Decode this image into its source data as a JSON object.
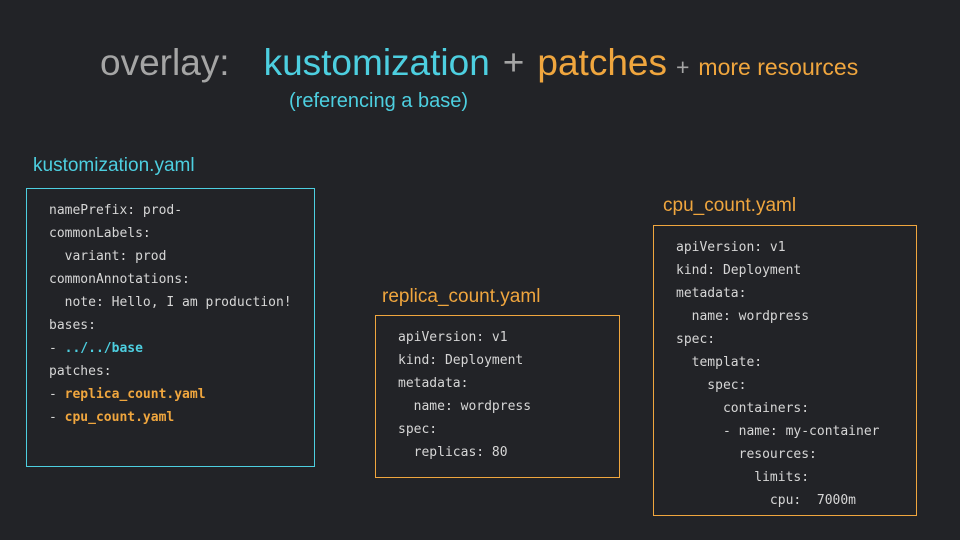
{
  "title": {
    "overlay": "overlay:",
    "kustomization": "kustomization",
    "plus1": "+",
    "patches": "patches",
    "plus2": "+",
    "more_resources": "more resources",
    "subtitle": "(referencing a base)"
  },
  "colors": {
    "background": "#222327",
    "cyan": "#4dcfe0",
    "orange": "#f0a63e",
    "gray": "#a5a5a5",
    "code_text": "#d6d6d6"
  },
  "boxes": [
    {
      "label": "kustomization.yaml",
      "accent": "cyan",
      "lines": [
        [
          {
            "t": "namePrefix: prod-",
            "c": "plain"
          }
        ],
        [
          {
            "t": "commonLabels:",
            "c": "plain"
          }
        ],
        [
          {
            "t": "  variant: prod",
            "c": "plain"
          }
        ],
        [
          {
            "t": "commonAnnotations:",
            "c": "plain"
          }
        ],
        [
          {
            "t": "  note: Hello, I am production!",
            "c": "plain"
          }
        ],
        [
          {
            "t": "bases:",
            "c": "plain"
          }
        ],
        [
          {
            "t": "- ",
            "c": "plain"
          },
          {
            "t": "../../base",
            "c": "cyan"
          }
        ],
        [
          {
            "t": "patches:",
            "c": "plain"
          }
        ],
        [
          {
            "t": "- ",
            "c": "plain"
          },
          {
            "t": "replica_count.yaml",
            "c": "orange"
          }
        ],
        [
          {
            "t": "- ",
            "c": "plain"
          },
          {
            "t": "cpu_count.yaml",
            "c": "orange"
          }
        ]
      ]
    },
    {
      "label": "replica_count.yaml",
      "accent": "orange",
      "lines": [
        [
          {
            "t": "apiVersion: v1",
            "c": "plain"
          }
        ],
        [
          {
            "t": "kind: Deployment",
            "c": "plain"
          }
        ],
        [
          {
            "t": "metadata:",
            "c": "plain"
          }
        ],
        [
          {
            "t": "  name: wordpress",
            "c": "plain"
          }
        ],
        [
          {
            "t": "spec:",
            "c": "plain"
          }
        ],
        [
          {
            "t": "  replicas: 80",
            "c": "plain"
          }
        ]
      ]
    },
    {
      "label": "cpu_count.yaml",
      "accent": "orange",
      "lines": [
        [
          {
            "t": "apiVersion: v1",
            "c": "plain"
          }
        ],
        [
          {
            "t": "kind: Deployment",
            "c": "plain"
          }
        ],
        [
          {
            "t": "metadata:",
            "c": "plain"
          }
        ],
        [
          {
            "t": "  name: wordpress",
            "c": "plain"
          }
        ],
        [
          {
            "t": "spec:",
            "c": "plain"
          }
        ],
        [
          {
            "t": "  template:",
            "c": "plain"
          }
        ],
        [
          {
            "t": "    spec:",
            "c": "plain"
          }
        ],
        [
          {
            "t": "      containers:",
            "c": "plain"
          }
        ],
        [
          {
            "t": "      - name: my-container",
            "c": "plain"
          }
        ],
        [
          {
            "t": "        resources:",
            "c": "plain"
          }
        ],
        [
          {
            "t": "          limits:",
            "c": "plain"
          }
        ],
        [
          {
            "t": "            cpu:  7000m",
            "c": "plain"
          }
        ]
      ]
    }
  ]
}
